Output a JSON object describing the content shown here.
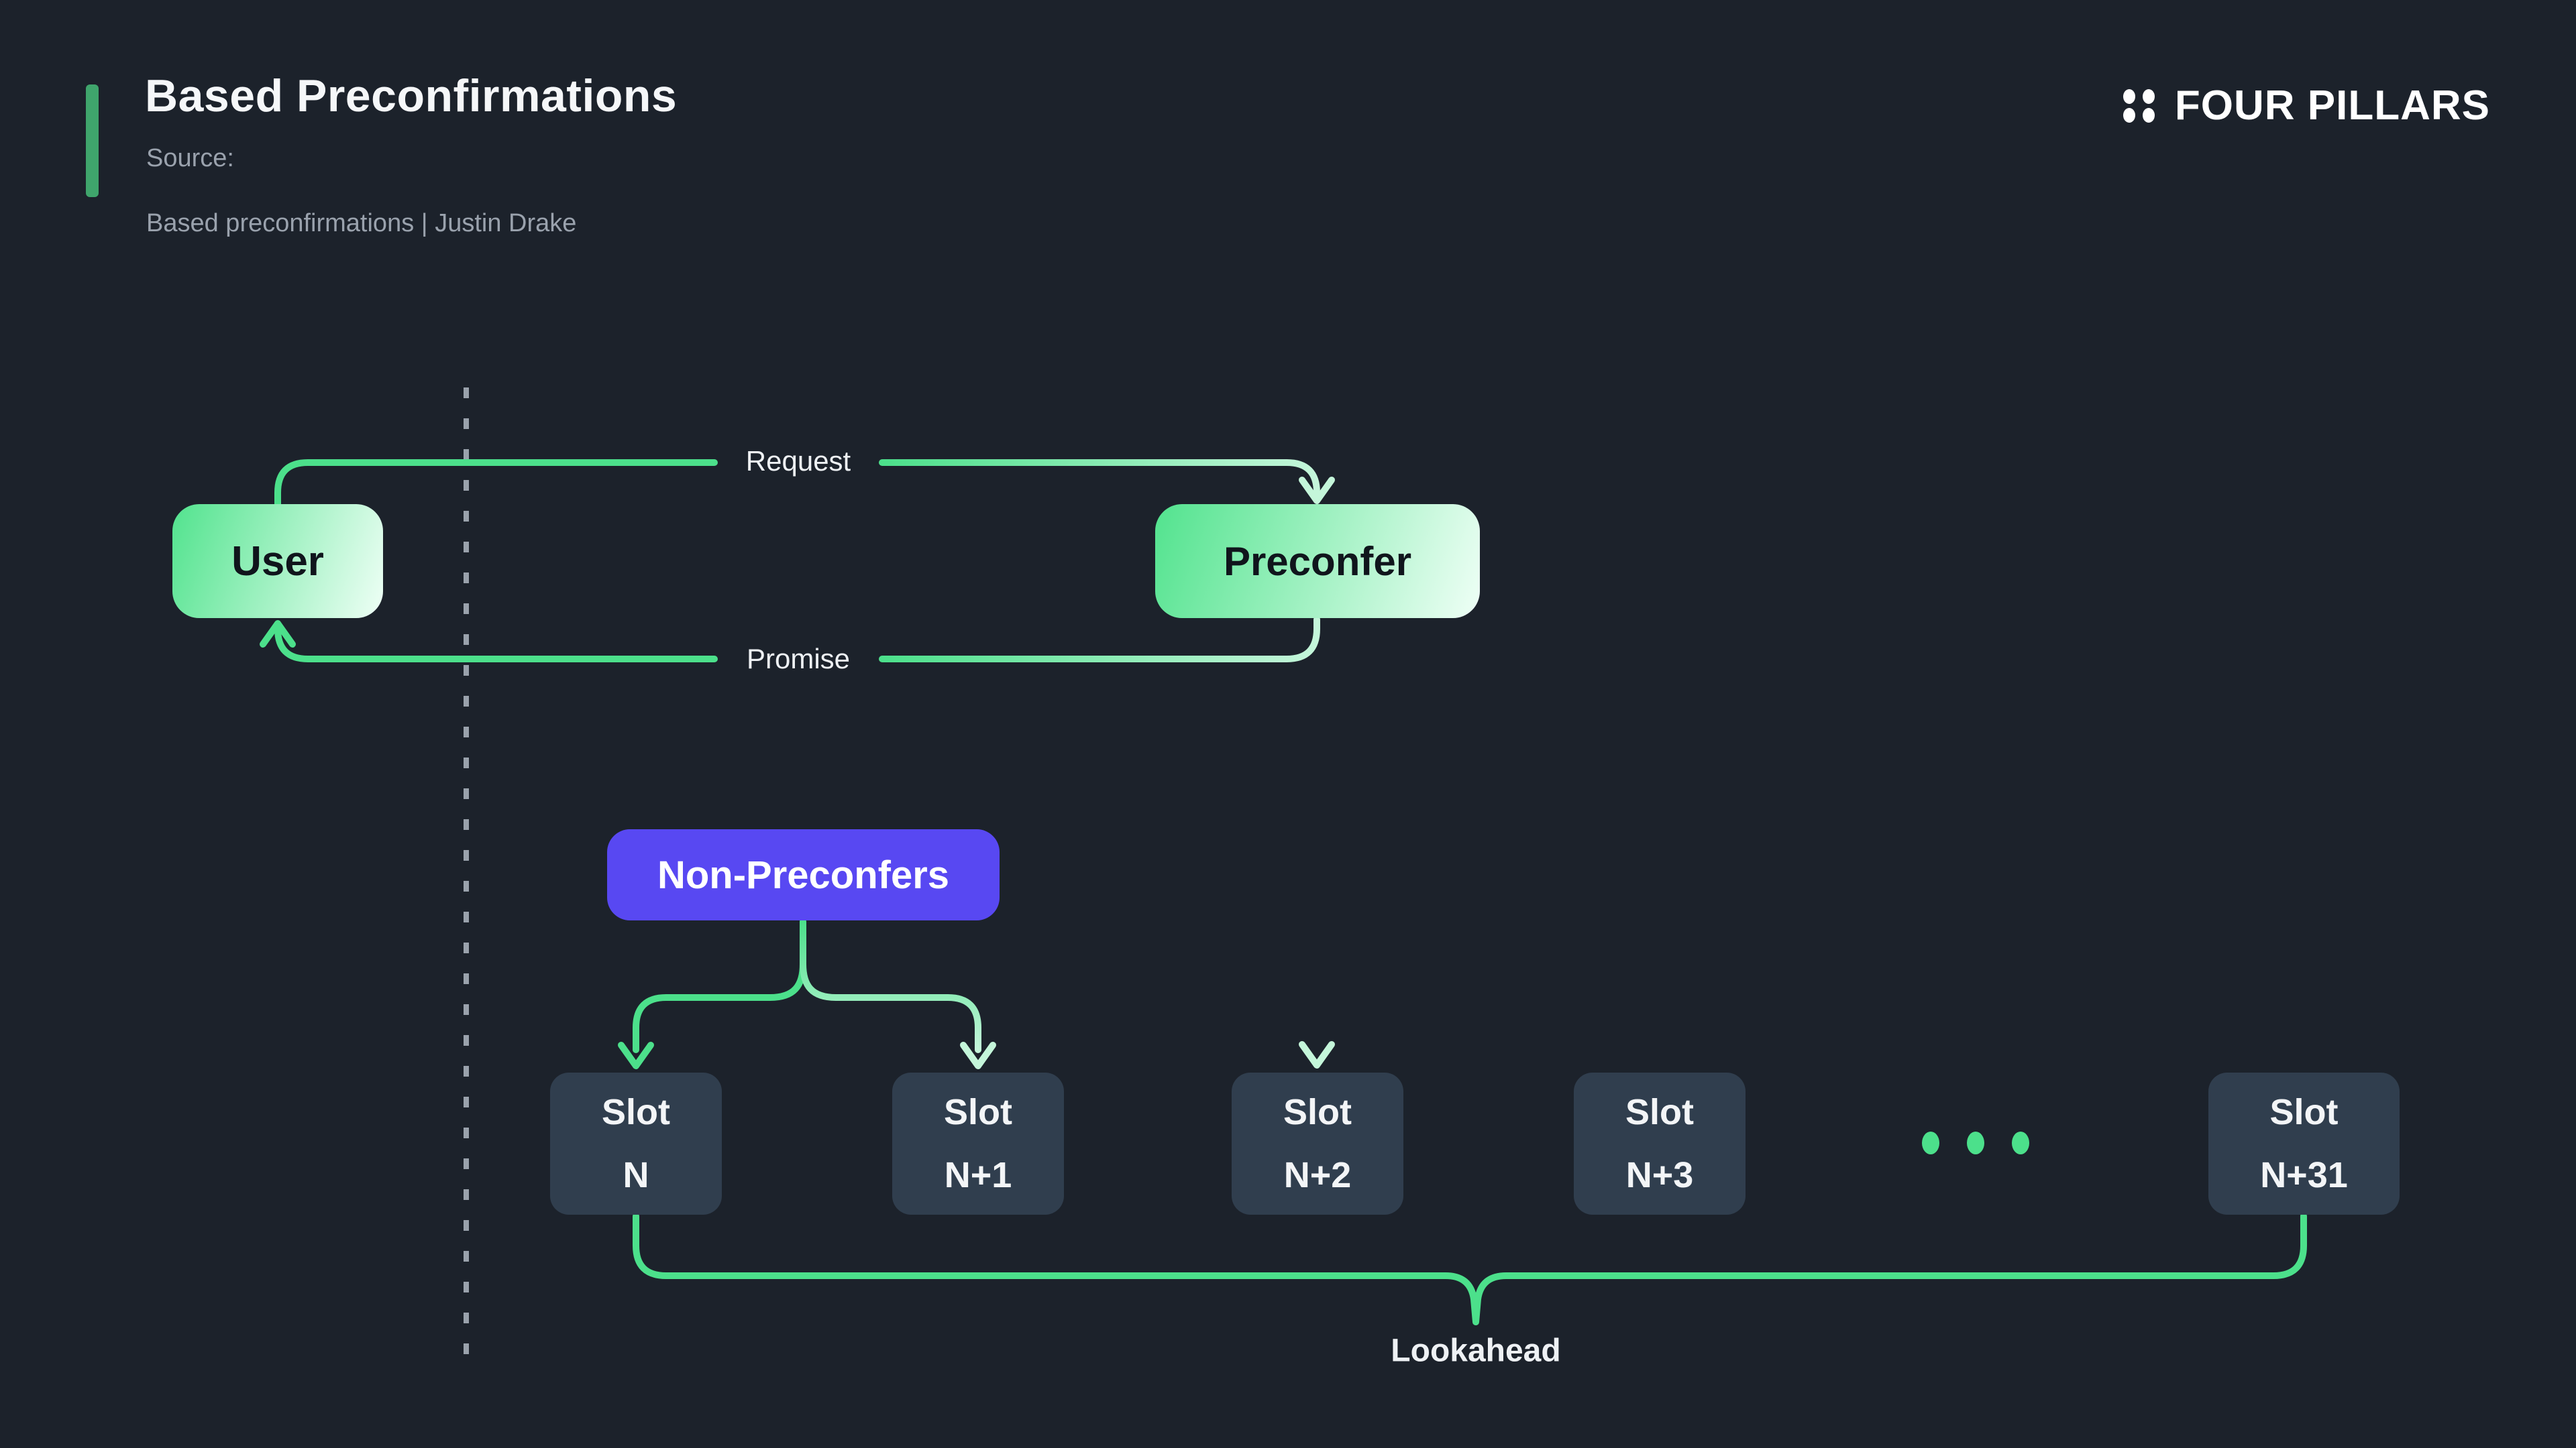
{
  "header": {
    "title": "Based Preconfirmations",
    "source_label": "Source:",
    "source_value": "Based preconfirmations | Justin Drake",
    "brand": "FOUR PILLARS"
  },
  "diagram": {
    "nodes": {
      "user": "User",
      "preconfer": "Preconfer",
      "non_preconfers": "Non-Preconfers"
    },
    "edges": {
      "request": "Request",
      "promise": "Promise"
    },
    "slots": [
      {
        "line1": "Slot",
        "line2": "N"
      },
      {
        "line1": "Slot",
        "line2": "N+1"
      },
      {
        "line1": "Slot",
        "line2": "N+2"
      },
      {
        "line1": "Slot",
        "line2": "N+3"
      },
      {
        "line1": "Slot",
        "line2": "N+31"
      }
    ],
    "ellipsis_dot_count": 3,
    "lookahead_label": "Lookahead"
  },
  "colors": {
    "background": "#1c222b",
    "line_green": "#4ce08b",
    "line_mint": "#c4f6da",
    "node_gradient_start": "#52e38e",
    "node_gradient_end": "#effff6",
    "non_preconfers_bg": "#5848f2",
    "slot_bg": "#303e4e",
    "slot_text": "#f3f5f7",
    "accent_bar": "#3fa56c",
    "brand_text": "#ffffff",
    "title_text": "#f5f7f9",
    "source_text": "#9aa2ad",
    "label_text": "#eef1f4",
    "dark_text": "#10151c",
    "dashed_line": "#9aa2ac"
  }
}
